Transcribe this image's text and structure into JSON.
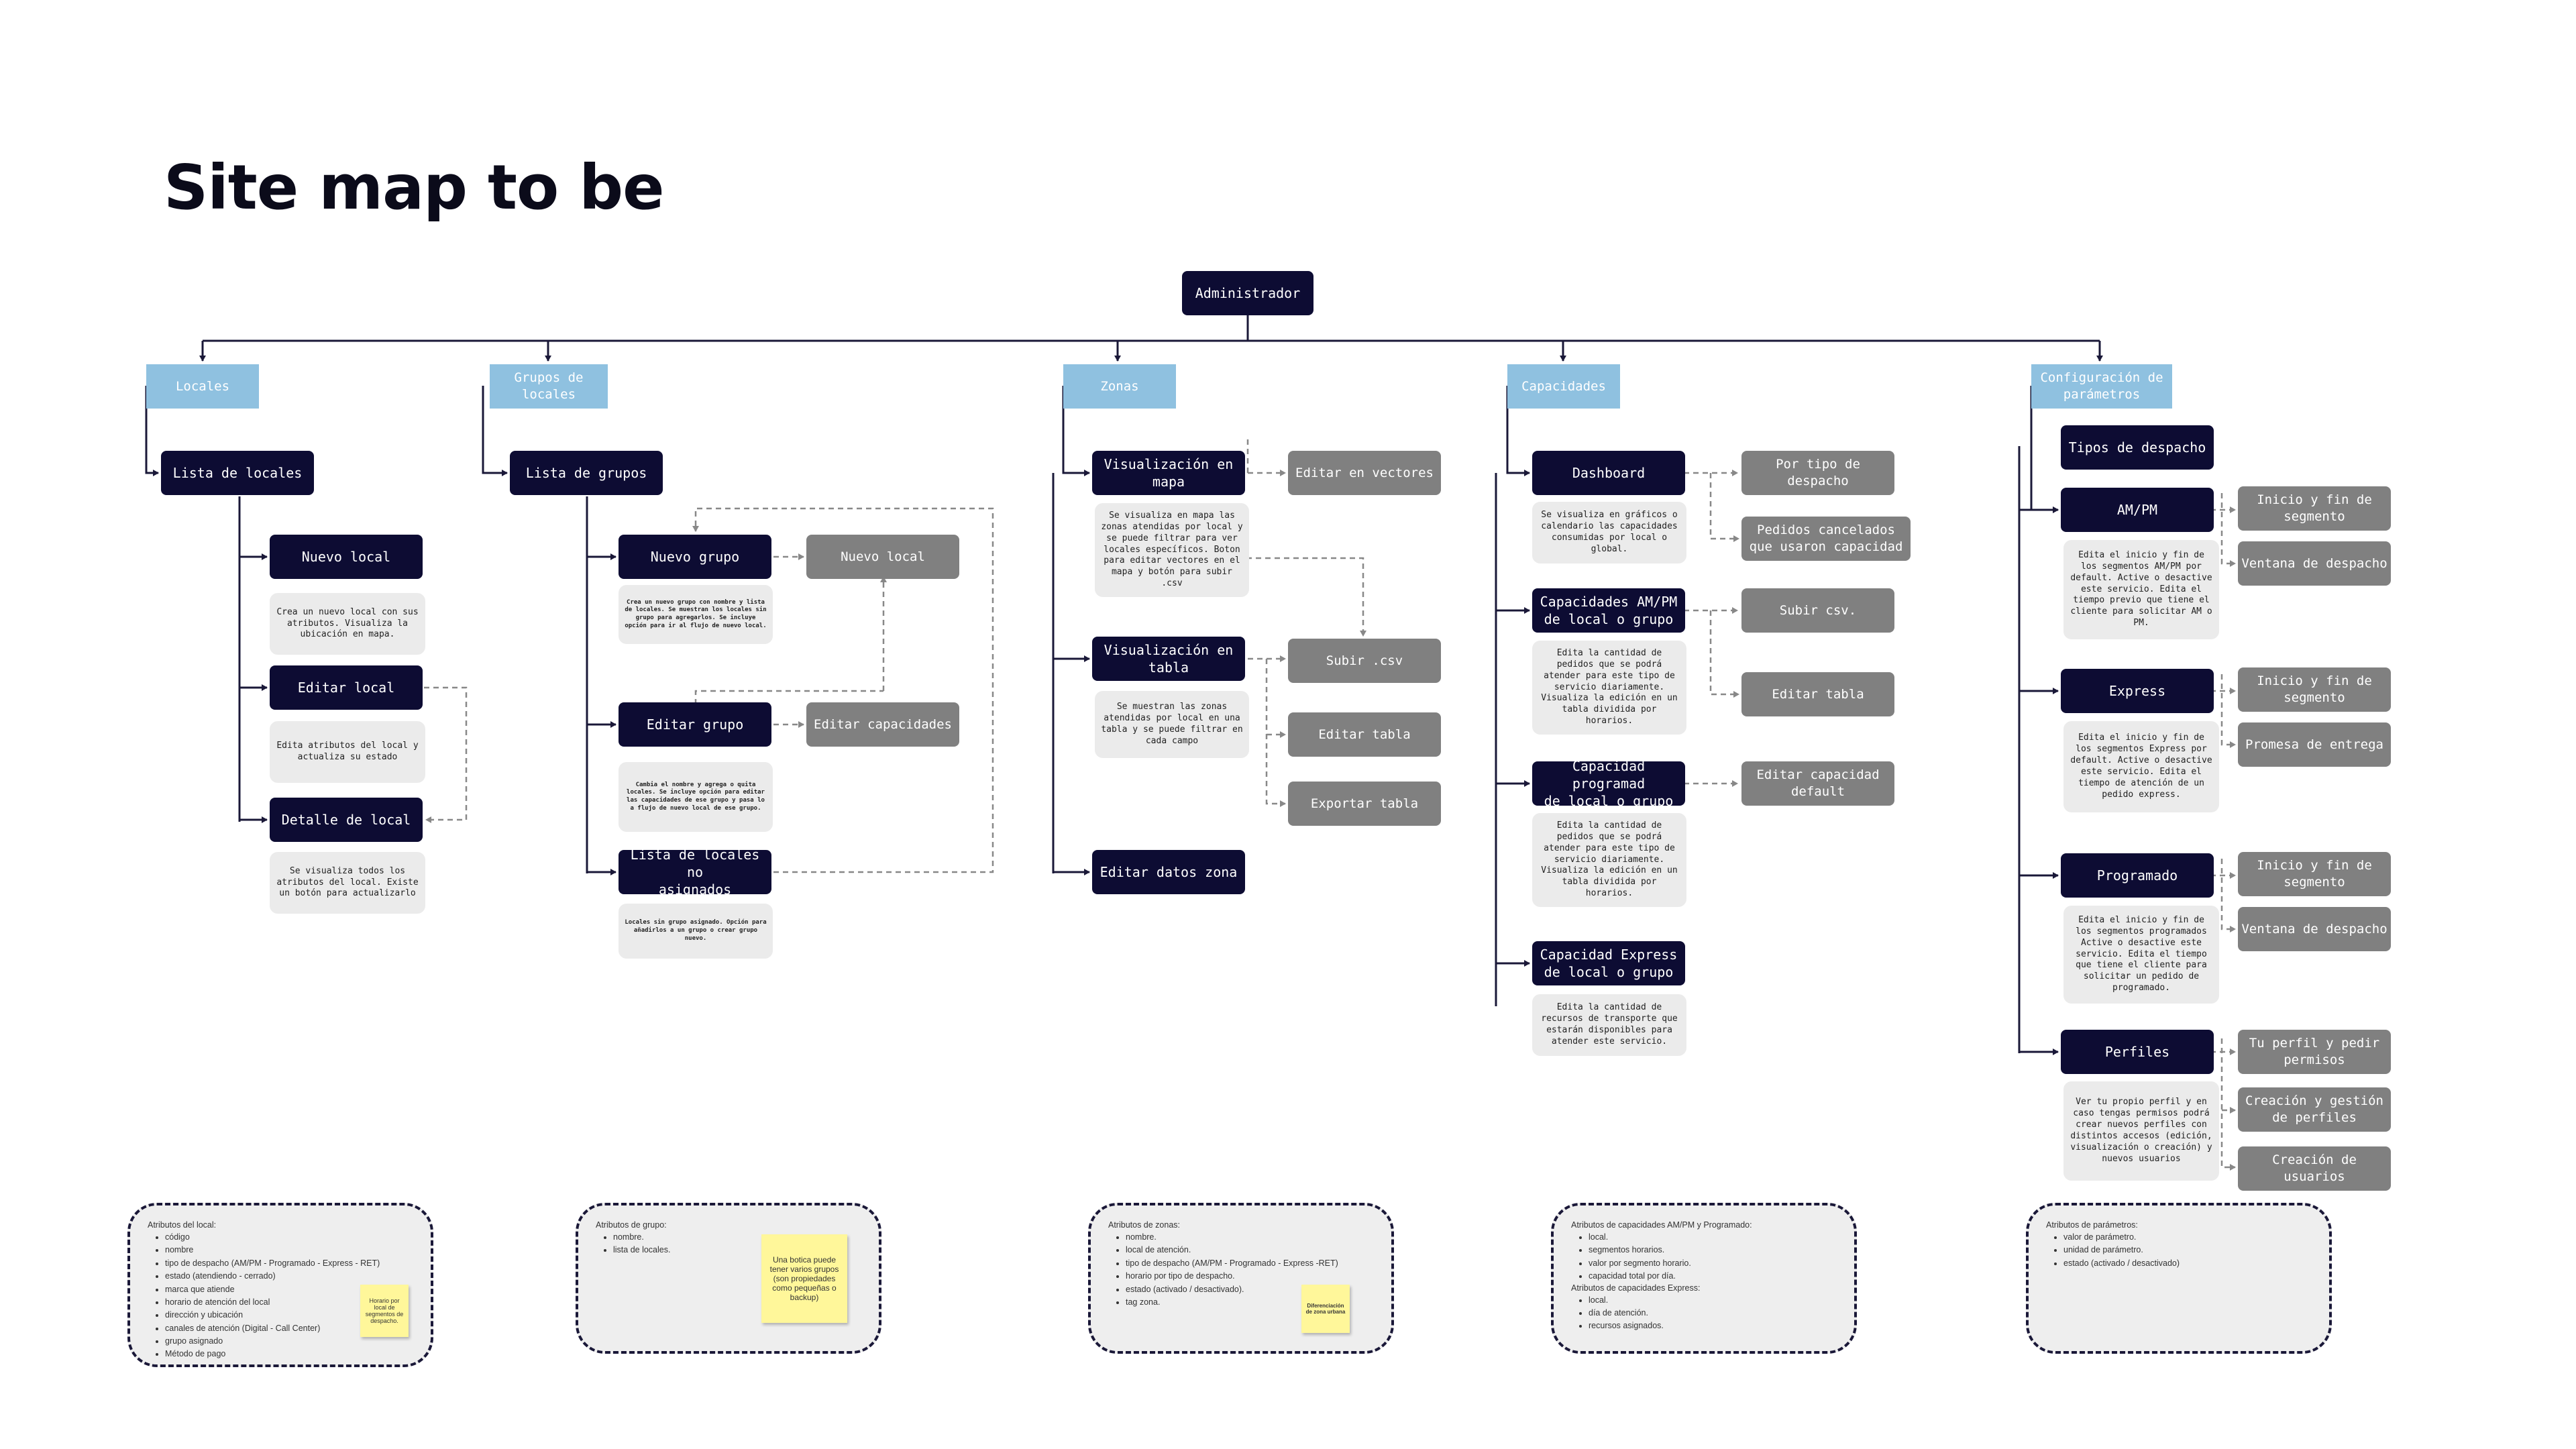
{
  "title": "Site map to be",
  "root": "Administrador",
  "sections": {
    "locales": "Locales",
    "grupos": "Grupos de\nlocales",
    "zonas": "Zonas",
    "capacidades": "Capacidades",
    "config": "Configuración de\nparámetros"
  },
  "locales": {
    "lista": "Lista de locales",
    "nuevo": "Nuevo local",
    "nuevo_desc": "Crea un nuevo local con sus atributos. Visualiza la ubicación en mapa.",
    "editar": "Editar local",
    "editar_desc": "Edita atributos del local y actualiza su estado",
    "detalle": "Detalle de local",
    "detalle_desc": "Se visualiza todos los atributos del local. Existe un botón para actualizarlo"
  },
  "grupos": {
    "lista": "Lista de grupos",
    "nuevo": "Nuevo grupo",
    "nuevo_desc": "Crea un nuevo grupo con nombre y lista de locales. Se muestran los locales sin grupo para agregarlos. Se incluye opción para ir al flujo de nuevo local.",
    "nuevo_local": "Nuevo local",
    "editar": "Editar grupo",
    "editar_desc": "Cambia el nombre y agrega o quita locales. Se incluye opción para editar las capacidades de ese grupo y pasa lo a flujo de nuevo local de ese grupo.",
    "editar_cap": "Editar capacidades",
    "no_asignados": "Lista de locales no\nasignados",
    "no_asignados_desc": "Locales sin grupo asignado. Opción para añadirlos a un grupo o crear grupo nuevo."
  },
  "zonas": {
    "mapa": "Visualización en\nmapa",
    "mapa_desc": "Se visualiza en mapa las zonas atendidas por local y se puede filtrar para ver locales específicos. Boton para editar vectores en el mapa y botón para subir .csv",
    "editar_vectores": "Editar en vectores",
    "tabla": "Visualización en\ntabla",
    "tabla_desc": "Se muestran las zonas atendidas por local en una tabla y se puede filtrar en cada campo",
    "subir": "Subir .csv",
    "editar_tabla": "Editar tabla",
    "exportar": "Exportar tabla",
    "editar_datos": "Editar datos zona"
  },
  "capacidades": {
    "dashboard": "Dashboard",
    "dashboard_desc": "Se visualiza en gráficos o calendario las capacidades consumidas por local o global.",
    "por_tipo": "Por tipo de\ndespacho",
    "cancelados": "Pedidos cancelados\nque usaron capacidad",
    "ampm": "Capacidades AM/PM\nde local o grupo",
    "ampm_desc": "Edita la cantidad de pedidos que se podrá atender para este tipo de servicio diariamente. Visualiza la edición en un tabla dividida por horarios.",
    "subir": "Subir csv.",
    "editar_tabla": "Editar tabla",
    "programada": "Capacidad programad\nde local o grupo",
    "programada_desc": "Edita la cantidad de pedidos que se podrá atender para este tipo de servicio diariamente. Visualiza la edición en un tabla dividida por horarios.",
    "editar_default": "Editar capacidad\ndefault",
    "express": "Capacidad Express\nde local o grupo",
    "express_desc": "Edita la cantidad de recursos de transporte que estarán disponibles para atender este servicio."
  },
  "config": {
    "tipos": "Tipos de despacho",
    "ampm": "AM/PM",
    "ampm_desc": "Edita el inicio y fin de los segmentos AM/PM por default. Active o desactive este servicio. Edita el tiempo previo que tiene el cliente para solicitar AM o PM.",
    "ampm_a": "Inicio y fin de\nsegmento",
    "ampm_b": "Ventana de despacho",
    "express": "Express",
    "express_desc": "Edita el inicio y fin de los segmentos Express por default. Active o desactive este servicio. Edita el tiempo de atención de un pedido express.",
    "express_a": "Inicio y fin de\nsegmento",
    "express_b": "Promesa de entrega",
    "programado": "Programado",
    "programado_desc": "Edita el inicio y fin de los segmentos programados Active o desactive este servicio. Edita el tiempo que tiene el cliente para solicitar un pedido de programado.",
    "programado_a": "Inicio y fin de\nsegmento",
    "programado_b": "Ventana de despacho",
    "perfiles": "Perfiles",
    "perfiles_desc": "Ver tu propio perfil y en caso tengas permisos podrá crear nuevos perfiles con distintos accesos (edición, visualización o creación) y nuevos usuarios",
    "perfiles_a": "Tu perfil y pedir\npermisos",
    "perfiles_b": "Creación y gestión\nde perfiles",
    "perfiles_c": "Creación de\nusuarios"
  },
  "attributes": {
    "local": {
      "head": "Atributos del local:",
      "items": [
        "código",
        "nombre",
        "tipo de despacho (AM/PM - Programado - Express - RET)",
        "estado (atendiendo - cerrado)",
        "marca que atiende",
        "horario de atención del local",
        "dirección y ubicación",
        "canales de atención (Digital - Call Center)",
        "grupo asignado",
        "Método de pago"
      ],
      "note": "Horario por local de segmentos de despacho."
    },
    "grupo": {
      "head": "Atributos de grupo:",
      "items": [
        "nombre.",
        "lista de locales."
      ],
      "note": "Una botica puede tener varios grupos (son propiedades como pequeñas o backup)"
    },
    "zonas": {
      "head": "Atributos de zonas:",
      "items": [
        "nombre.",
        "local de atención.",
        "tipo de despacho (AM/PM - Programado - Express -RET)",
        "horario por tipo de despacho.",
        "estado (activado / desactivado).",
        "tag zona."
      ],
      "note": "Diferenciación de zona urbana"
    },
    "capacidades": {
      "head": "Atributos de capacidades AM/PM y Programado:",
      "items": [
        "local.",
        "segmentos horarios.",
        "valor por segmento horario.",
        "capacidad total por día."
      ],
      "head2": "Atributos de capacidades Express:",
      "items2": [
        "local.",
        "día de atención.",
        "recursos asignados."
      ]
    },
    "parametros": {
      "head": "Atributos de parámetros:",
      "items": [
        "valor de parámetro.",
        "unidad de parámetro.",
        "estado (activado / desactivado)"
      ]
    }
  }
}
